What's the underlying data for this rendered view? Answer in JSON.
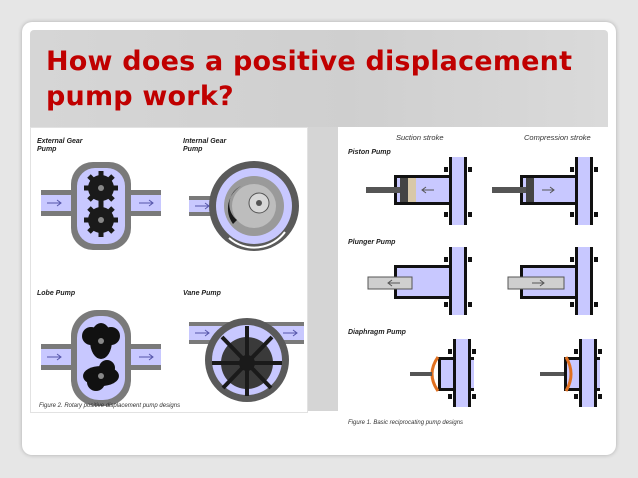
{
  "title": "How does a positive displacement pump work?",
  "left_figure": {
    "labels": {
      "external_gear": "External Gear\nPump",
      "internal_gear": "Internal Gear\nPump",
      "lobe": "Lobe Pump",
      "vane": "Vane Pump"
    },
    "caption": "Figure 2. Rotary positive displacement pump designs"
  },
  "right_figure": {
    "headers": {
      "suction": "Suction stroke",
      "compression": "Compression stroke"
    },
    "labels": {
      "piston": "Piston Pump",
      "plunger": "Plunger Pump",
      "diaphragm": "Diaphragm Pump"
    },
    "caption": "Figure 1. Basic reciprocating pump designs"
  },
  "colors": {
    "title": "#c00000",
    "fluid": "#c8c8ff",
    "casing": "#7a7a7a",
    "diaphragm": "#e07020"
  }
}
